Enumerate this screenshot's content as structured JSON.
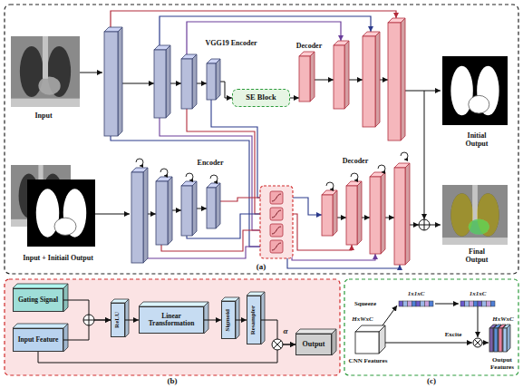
{
  "diagram": {
    "nodes": [
      {
        "text": [
          "SE Block"
        ]
      },
      {
        "text": [
          "Gating Signal"
        ]
      },
      {
        "text": [
          "Input Feature"
        ]
      },
      {
        "text": [
          "ReLU"
        ]
      },
      {
        "text": [
          "Linear Transformation"
        ]
      },
      {
        "text": [
          "Sigmoid"
        ]
      },
      {
        "text": [
          "Resampler"
        ]
      },
      {
        "text": [
          "Output"
        ]
      }
    ],
    "edges": [
      {
        "from": 1,
        "to": 3,
        "arrow": "to"
      },
      {
        "from": 2,
        "to": 3,
        "arrow": "to"
      },
      {
        "from": 3,
        "to": 4,
        "arrow": "to"
      },
      {
        "from": 4,
        "to": 5,
        "arrow": "to"
      },
      {
        "from": 5,
        "to": 6,
        "arrow": "to"
      },
      {
        "from": 6,
        "to": 7,
        "label": "α",
        "arrow": "to"
      },
      {
        "from": 2,
        "to": 7,
        "arrow": "to"
      }
    ],
    "labels": [
      "VGG19 Encoder",
      "Decoder",
      "Input",
      "Initial Output",
      "Encoder",
      "Decoder",
      "Input + Initiail Output",
      "Final Output",
      "(a)",
      "(b)",
      "Squeeze",
      "1x1xC",
      "1x1xC",
      "HxWxC",
      "CNN Features",
      "Excite",
      "HxWxC",
      "Output Features",
      "(c)"
    ]
  }
}
